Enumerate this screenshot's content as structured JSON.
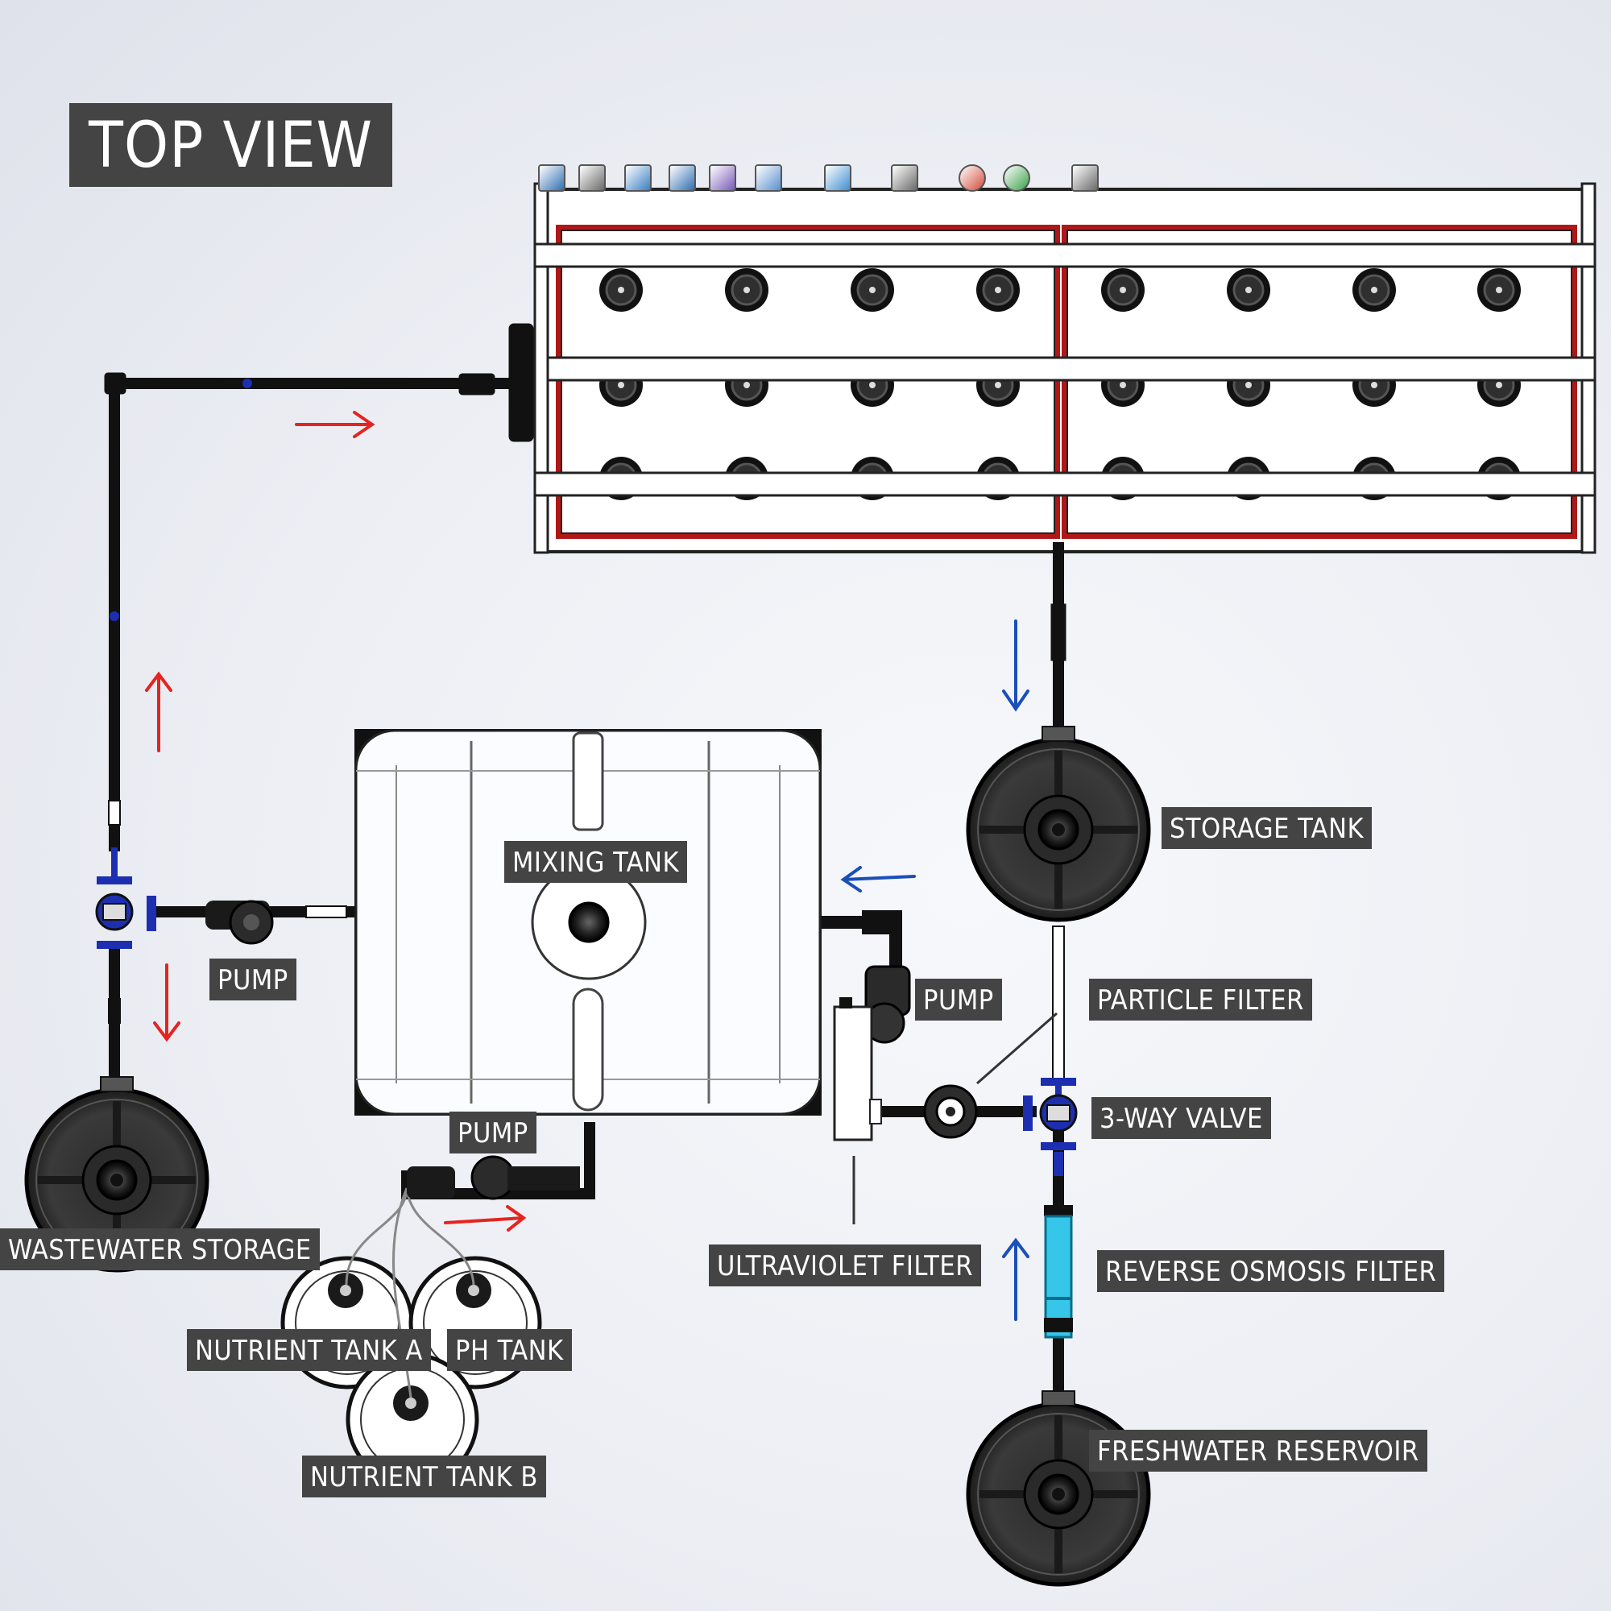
{
  "title": "TOP VIEW",
  "labels": {
    "mixing_tank": "MIXING TANK",
    "storage_tank": "STORAGE TANK",
    "pump_left": "PUMP",
    "pump_right": "PUMP",
    "pump_bottom": "PUMP",
    "particle_filter": "PARTICLE FILTER",
    "three_way_valve": "3-WAY VALVE",
    "ultraviolet_filter": "ULTRAVIOLET FILTER",
    "reverse_osmosis_filter": "REVERSE OSMOSIS FILTER",
    "wastewater_storage": "WASTEWATER STORAGE",
    "nutrient_tank_a": "NUTRIENT TANK A",
    "ph_tank": "PH TANK",
    "nutrient_tank_b": "NUTRIENT TANK B",
    "freshwater_reservoir": "FRESHWATER RESERVOIR"
  },
  "toolbar": {
    "icons": [
      "zoom-to-fit-icon",
      "zoom-to-area-icon",
      "previous-view-icon",
      "section-view-icon",
      "dynamic-annotation-icon",
      "view-orientation-icon",
      "display-style-icon",
      "hide-show-icon",
      "edit-appearance-icon",
      "apply-scene-icon",
      "view-settings-icon"
    ]
  },
  "colors": {
    "flow_arrow_red": "#e52421",
    "flow_arrow_blue": "#1a4fb8",
    "valve_blue": "#1d2fb0",
    "pipe_black": "#111111",
    "ro_filter_cyan": "#35c6ea",
    "grow_bed_red": "#b01818",
    "label_bg": "#444444"
  }
}
